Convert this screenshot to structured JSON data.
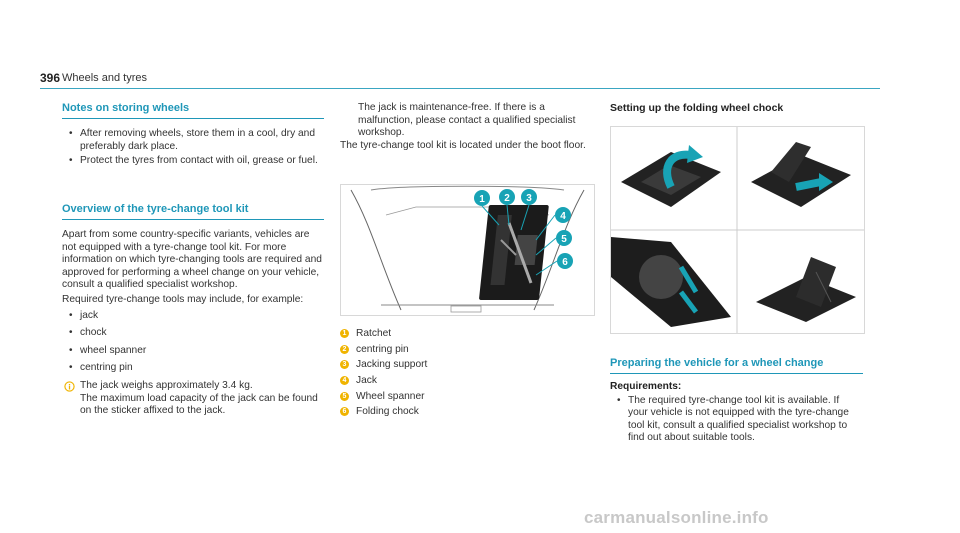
{
  "header": {
    "page_number": "396",
    "title": "Wheels and tyres"
  },
  "notes": {
    "title": "Notes on storing wheels",
    "bullets": [
      "After removing wheels, store them in a cool, dry and preferably dark place.",
      "Protect the tyres from contact with oil, grease or fuel."
    ]
  },
  "overview": {
    "title": "Overview of the tyre-change tool kit",
    "para1": "Apart from some country-specific variants, vehicles are not equipped with a tyre-change tool kit. For more information on which tyre-changing tools are required and approved for performing a wheel change on your vehicle, consult a qualified specialist workshop.",
    "para2": "Required tyre-change tools may include, for example:",
    "items": [
      "jack",
      "chock",
      "wheel spanner",
      "centring pin"
    ],
    "info_line1": "The jack weighs approximately 3.4 kg.",
    "info_line2": "The maximum load capacity of the jack can be found on the sticker affixed to the jack."
  },
  "middle": {
    "maint_text": "The jack is maintenance-free. If there is a malfunction, please contact a qualified specialist workshop.",
    "location_text": "The tyre-change tool kit is located under the boot floor.",
    "legend": [
      {
        "num": "1",
        "label": "Ratchet"
      },
      {
        "num": "2",
        "label": "centring pin"
      },
      {
        "num": "3",
        "label": "Jacking support"
      },
      {
        "num": "4",
        "label": "Jack"
      },
      {
        "num": "5",
        "label": "Wheel spanner"
      },
      {
        "num": "6",
        "label": "Folding chock"
      }
    ]
  },
  "right": {
    "setup_title": "Setting up the folding wheel chock",
    "prep_title": "Preparing the vehicle for a wheel change",
    "req_label": "Requirements:",
    "req_bullet": "The required tyre-change tool kit is available. If your vehicle is not equipped with the tyre-change tool kit, consult a qualified specialist workshop to find out about suitable tools."
  },
  "footer": {
    "watermark": "carmanualsonline.info"
  },
  "colors": {
    "accent": "#1f97b8",
    "callout": "#f0b400",
    "callout_teal": "#18a3b5"
  }
}
